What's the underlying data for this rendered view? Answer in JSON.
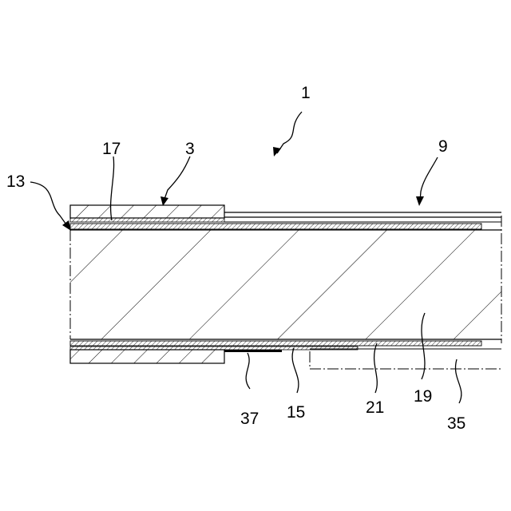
{
  "figure": {
    "labels": {
      "ref_1": "1",
      "ref_3": "3",
      "ref_9": "9",
      "ref_13": "13",
      "ref_15": "15",
      "ref_17": "17",
      "ref_19": "19",
      "ref_21": "21",
      "ref_35": "35",
      "ref_37": "37"
    },
    "colors": {
      "ink": "#000000",
      "background": "#ffffff"
    }
  }
}
